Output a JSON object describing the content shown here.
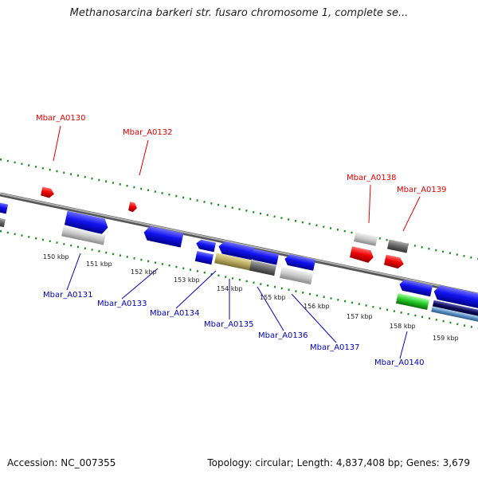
{
  "title": "Methanosarcina barkeri str. fusaro chromosome 1, complete se...",
  "accession": "Accession: NC_007355",
  "info": "Topology: circular; Length: 4,837,408 bp; Genes: 3,679",
  "kbp_ticks": [
    "150 kbp",
    "151 kbp",
    "152 kbp",
    "153 kbp",
    "154 kbp",
    "155 kbp",
    "156 kbp",
    "157 kbp",
    "158 kbp",
    "159 kbp"
  ],
  "genes_top": [
    "Mbar_A0130",
    "Mbar_A0132",
    "Mbar_A0138",
    "Mbar_A0139"
  ],
  "genes_bottom": [
    "Mbar_A0131",
    "Mbar_A0133",
    "Mbar_A0134",
    "Mbar_A0135",
    "Mbar_A0136",
    "Mbar_A0137",
    "Mbar_A0140"
  ],
  "colors": {
    "forward": "#1010e0",
    "reverse": "#e00000",
    "backbone": "#8a8a8a",
    "gc_ticks": "#1a8a1a",
    "top_label": "#e00000",
    "bottom_label": "#0000c0"
  }
}
